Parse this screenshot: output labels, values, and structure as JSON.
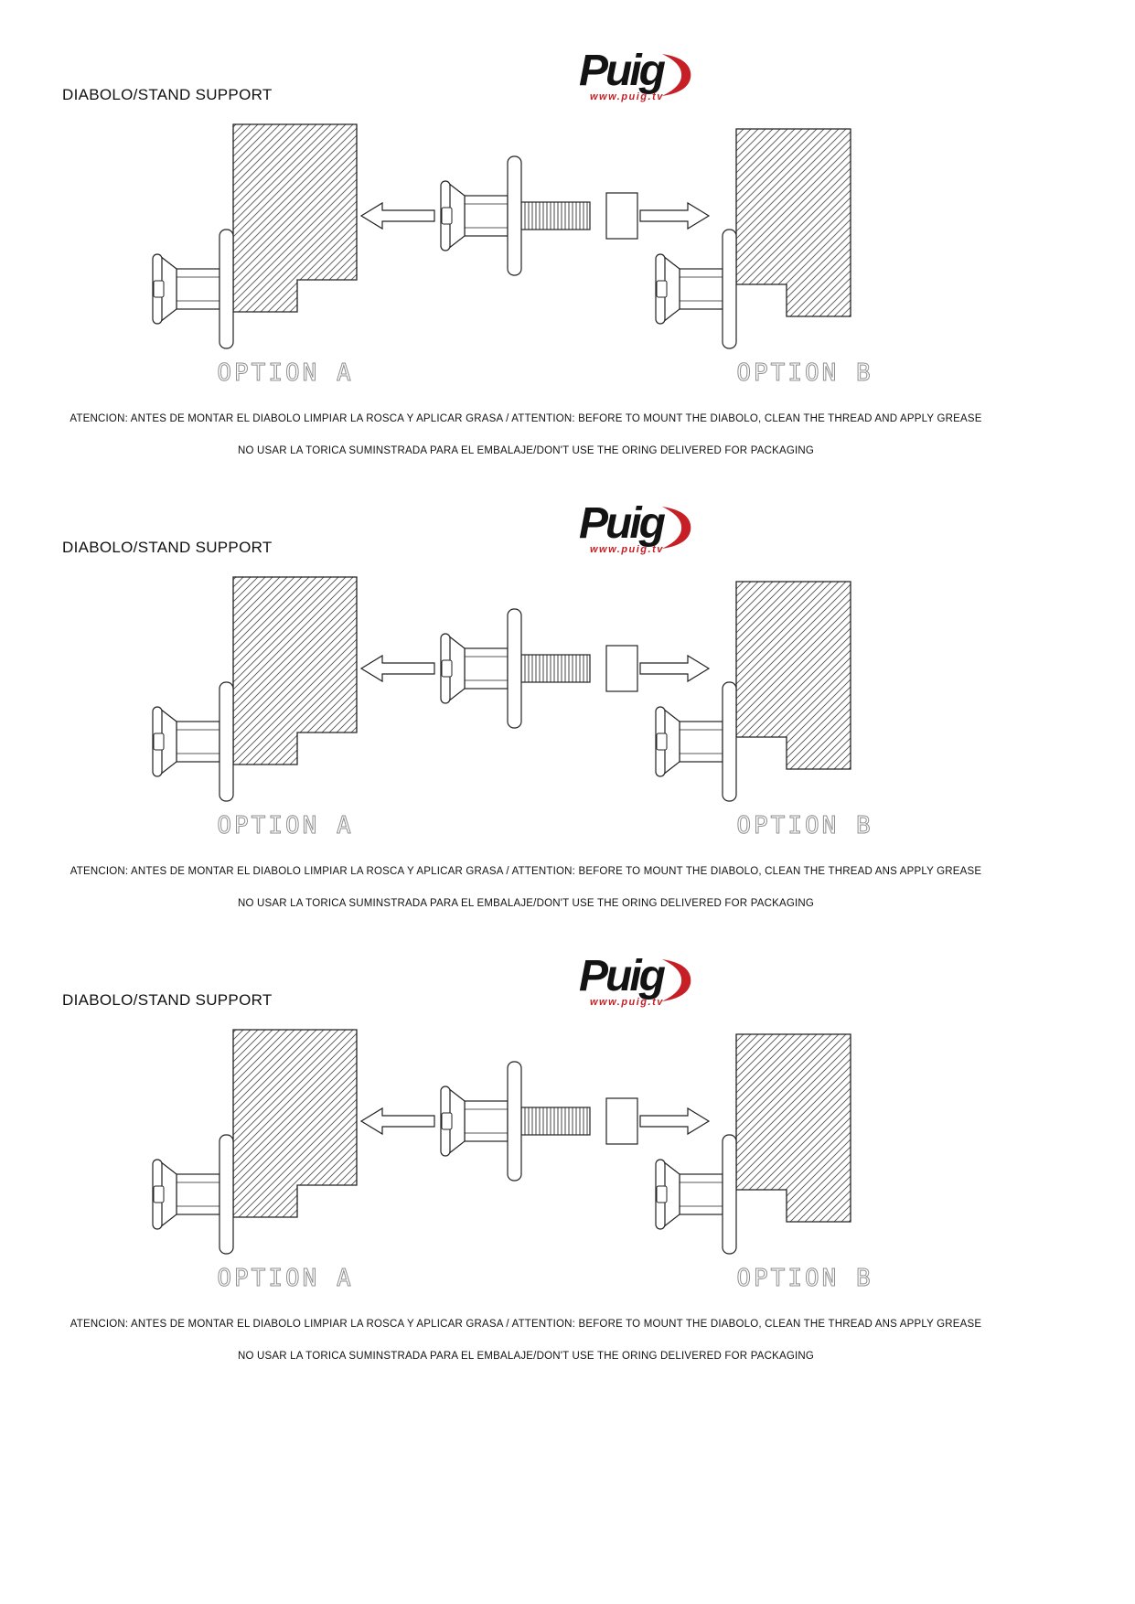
{
  "sections": [
    {
      "title": "DIABOLO/STAND SUPPORT",
      "logo": {
        "text": "Puig",
        "url": "www.puig.tv"
      },
      "diagram": {
        "option_a": "OPTION A",
        "option_b": "OPTION B"
      },
      "warning_line1": "ATENCION: ANTES DE MONTAR EL DIABOLO LIMPIAR LA ROSCA Y APLICAR GRASA  /  ATTENTION: BEFORE TO MOUNT THE DIABOLO, CLEAN THE THREAD AND APPLY GREASE",
      "warning_line2": "NO USAR LA TORICA SUMINSTRADA PARA EL EMBALAJE/DON'T USE THE ORING DELIVERED FOR PACKAGING"
    },
    {
      "title": "DIABOLO/STAND SUPPORT",
      "logo": {
        "text": "Puig",
        "url": "www.puig.tv"
      },
      "diagram": {
        "option_a": "OPTION A",
        "option_b": "OPTION B"
      },
      "warning_line1": "ATENCION: ANTES DE MONTAR EL DIABOLO LIMPIAR LA ROSCA Y APLICAR GRASA  /  ATTENTION: BEFORE TO MOUNT THE DIABOLO, CLEAN THE THREAD ANS APPLY GREASE",
      "warning_line2": "NO USAR LA TORICA SUMINSTRADA PARA EL EMBALAJE/DON'T USE THE ORING DELIVERED FOR PACKAGING"
    },
    {
      "title": "DIABOLO/STAND SUPPORT",
      "logo": {
        "text": "Puig",
        "url": "www.puig.tv"
      },
      "diagram": {
        "option_a": "OPTION A",
        "option_b": "OPTION B"
      },
      "warning_line1": "ATENCION: ANTES DE MONTAR EL DIABOLO LIMPIAR LA ROSCA Y APLICAR GRASA  /  ATTENTION: BEFORE TO MOUNT THE DIABOLO, CLEAN THE THREAD ANS APPLY GREASE",
      "warning_line2": "NO USAR LA TORICA SUMINSTRADA PARA EL EMBALAJE/DON'T USE THE ORING DELIVERED FOR PACKAGING"
    }
  ],
  "colors": {
    "logo_red": "#c62026",
    "ink": "#111111"
  }
}
